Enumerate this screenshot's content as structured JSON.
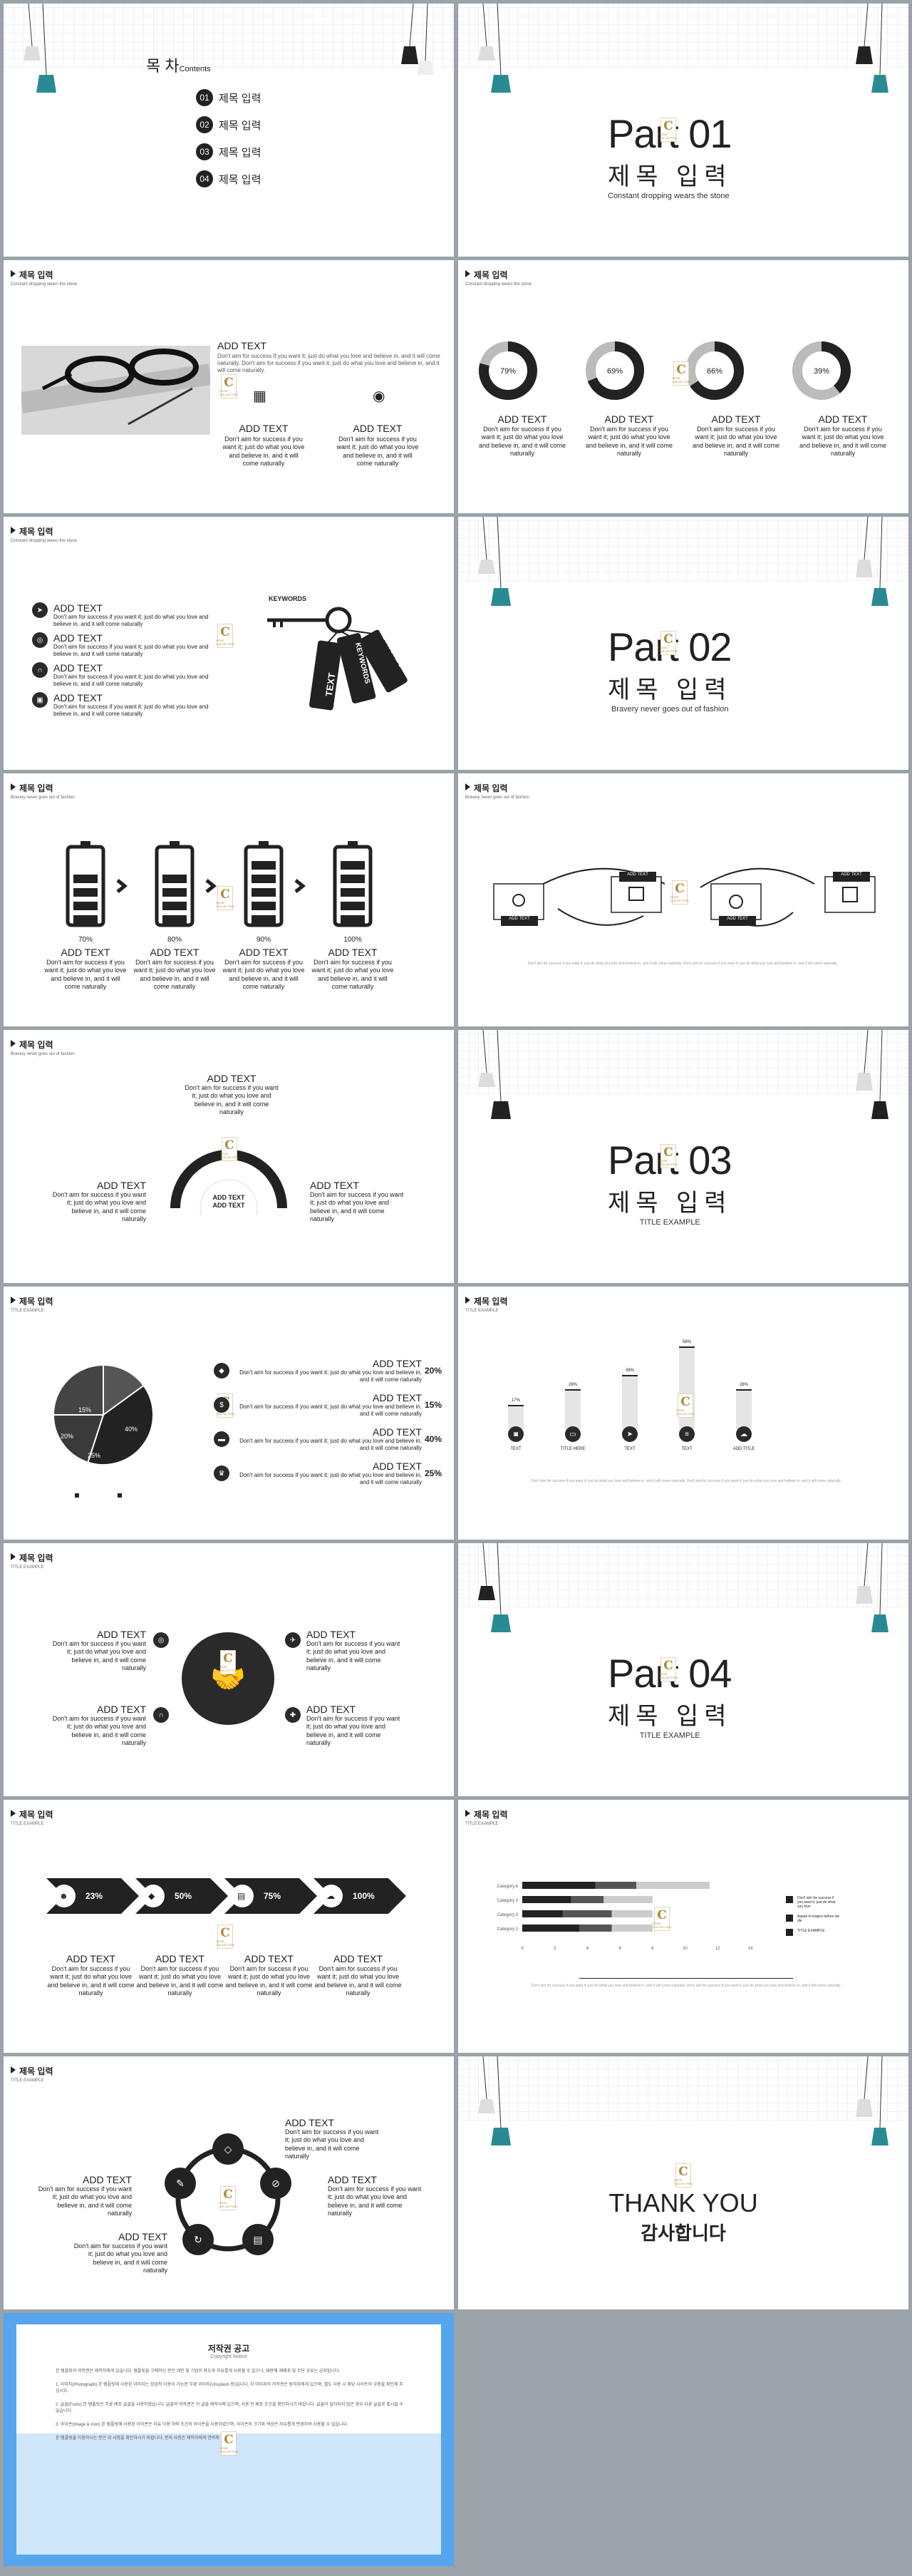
{
  "toc": {
    "title": "목  차",
    "title_en": "Contents",
    "items": [
      {
        "num": "01",
        "label": "제목 입력"
      },
      {
        "num": "02",
        "label": "제목 입력"
      },
      {
        "num": "03",
        "label": "제목 입력"
      },
      {
        "num": "04",
        "label": "제목 입력"
      }
    ]
  },
  "parts": [
    {
      "part": "Part 01",
      "ko": "제목 입력",
      "sub": "Constant dropping wears the stone"
    },
    {
      "part": "Part 02",
      "ko": "제목 입력",
      "sub": "Bravery never goes out of fashion"
    },
    {
      "part": "Part 03",
      "ko": "제목 입력",
      "sub": "TITLE EXAMPLE"
    },
    {
      "part": "Part 04",
      "ko": "제목 입력",
      "sub": "TITLE EXAMPLE"
    }
  ],
  "header": {
    "title": "제목 입력",
    "sub1": "Constant dropping wears the stone",
    "sub2": "Bravery never goes out of fashion",
    "sub3": "TITLE EXAMPLE"
  },
  "logo": {
    "letter": "C",
    "caption": "ROSE COLLECTION"
  },
  "common": {
    "add_text": "ADD TEXT",
    "body": "Don't aim for success if you want it; just do what you love and believe in, and it will come naturally",
    "body_short": "Don't aim for success if you want it; just do what you love and believe in, and it will come naturally",
    "footnote": "Don't aim for success if you want it; just do what you love and believe in, and it will come naturally. Don't aim for success if you want it; just do what you love and believe in, and it will come naturally."
  },
  "slide3": {
    "title": "ADD TEXT",
    "body": "Don't aim for success if you want it; just do what you love and believe in, and it will come naturally. Don't aim for success if you want it; just do what you love and believe in, and it will come naturally."
  },
  "slide4": {
    "donuts": [
      79,
      69,
      66,
      39
    ],
    "labels": [
      "79%",
      "69%",
      "66%",
      "39%"
    ]
  },
  "slide5": {
    "keywords": [
      "KEYWORDS",
      "TEXT",
      "KEYWORDS",
      "KEYWORDS"
    ]
  },
  "slide7": {
    "levels": [
      70,
      80,
      90,
      100
    ],
    "labels": [
      "70%",
      "80%",
      "90%",
      "100%"
    ]
  },
  "slide9": {
    "center": "ADD TEXT\nADD TEXT"
  },
  "slide11": {
    "slices": [
      15,
      40,
      20,
      25
    ],
    "slice_labels": [
      "15%",
      "40%",
      "20%",
      "25%"
    ],
    "rows": [
      "20%",
      "15%",
      "40%",
      "25%"
    ]
  },
  "slide12": {
    "values": [
      17,
      28,
      38,
      58,
      28
    ],
    "labels": [
      "17%",
      "28%",
      "38%",
      "58%",
      "28%"
    ],
    "captions": [
      "TEXT",
      "TITLE HERE",
      "TEXT",
      "TEXT",
      "ADD TITLE"
    ]
  },
  "slide15": {
    "labels": [
      "23%",
      "50%",
      "75%",
      "100%"
    ]
  },
  "slide16": {
    "chart_data": {
      "type": "bar",
      "orientation": "horizontal",
      "stacked": true,
      "categories": [
        "Category 4",
        "Category 3",
        "Category 2",
        "Category 1"
      ],
      "series": [
        {
          "values": [
            4.5,
            3.0,
            2.5,
            3.5
          ],
          "color": "#222222"
        },
        {
          "values": [
            2.5,
            2.0,
            3.0,
            2.0
          ],
          "color": "#555555"
        },
        {
          "values": [
            4.5,
            3.0,
            2.5,
            2.5
          ],
          "color": "#cccccc"
        }
      ],
      "xlim": [
        0,
        14
      ],
      "xticks": [
        "0",
        "2",
        "4",
        "6",
        "8",
        "10",
        "12",
        "14"
      ],
      "legend": [
        "Don't aim for success if you want it; just do what you love",
        "Aspire to inspire before we die",
        "TITLE EXAMPLE"
      ],
      "legend_position": "right"
    }
  },
  "thanks": {
    "en": "THANK YOU",
    "ko": "감사합니다"
  },
  "notice": {
    "title": "저작권 공고",
    "sub": "Copyright Notice",
    "p1": "본 템플릿의 저작권은 제작자에게 있습니다. 템플릿을 구매하신 분은 개인 및 기업의 용도로 자유롭게 사용할 수 있으나, 재판매·재배포 및 무단 공유는 금지됩니다.",
    "p2": "1. 이미지(Photograph) 본 템플릿에 사용된 이미지는 상업적 이용이 가능한 무료 이미지(Unsplash 등)입니다. 각 이미지의 저작권은 원작자에게 있으며, 별도 사용 시 해당 사이트의 규정을 확인해 주십시오.",
    "p3": "2. 글꼴(Fonts) 본 템플릿은 무료 배포 글꼴을 사용하였습니다. 글꼴의 저작권은 각 글꼴 제작사에 있으며, 사용 전 배포 조건을 확인하시기 바랍니다. 글꼴이 설치되지 않은 경우 다른 글꼴로 표시될 수 있습니다.",
    "p4": "3. 아이콘(Image & Icon) 본 템플릿에 사용된 아이콘은 자유 이용 허락 조건의 아이콘을 사용하였으며, 아이콘의 크기와 색상은 자유롭게 변경하여 사용할 수 있습니다.",
    "p5": "본 템플릿을 이용하시는 분은 위 사항을 확인하시기 바랍니다. 문의 사항은 제작자에게 연락해 주십시오."
  }
}
